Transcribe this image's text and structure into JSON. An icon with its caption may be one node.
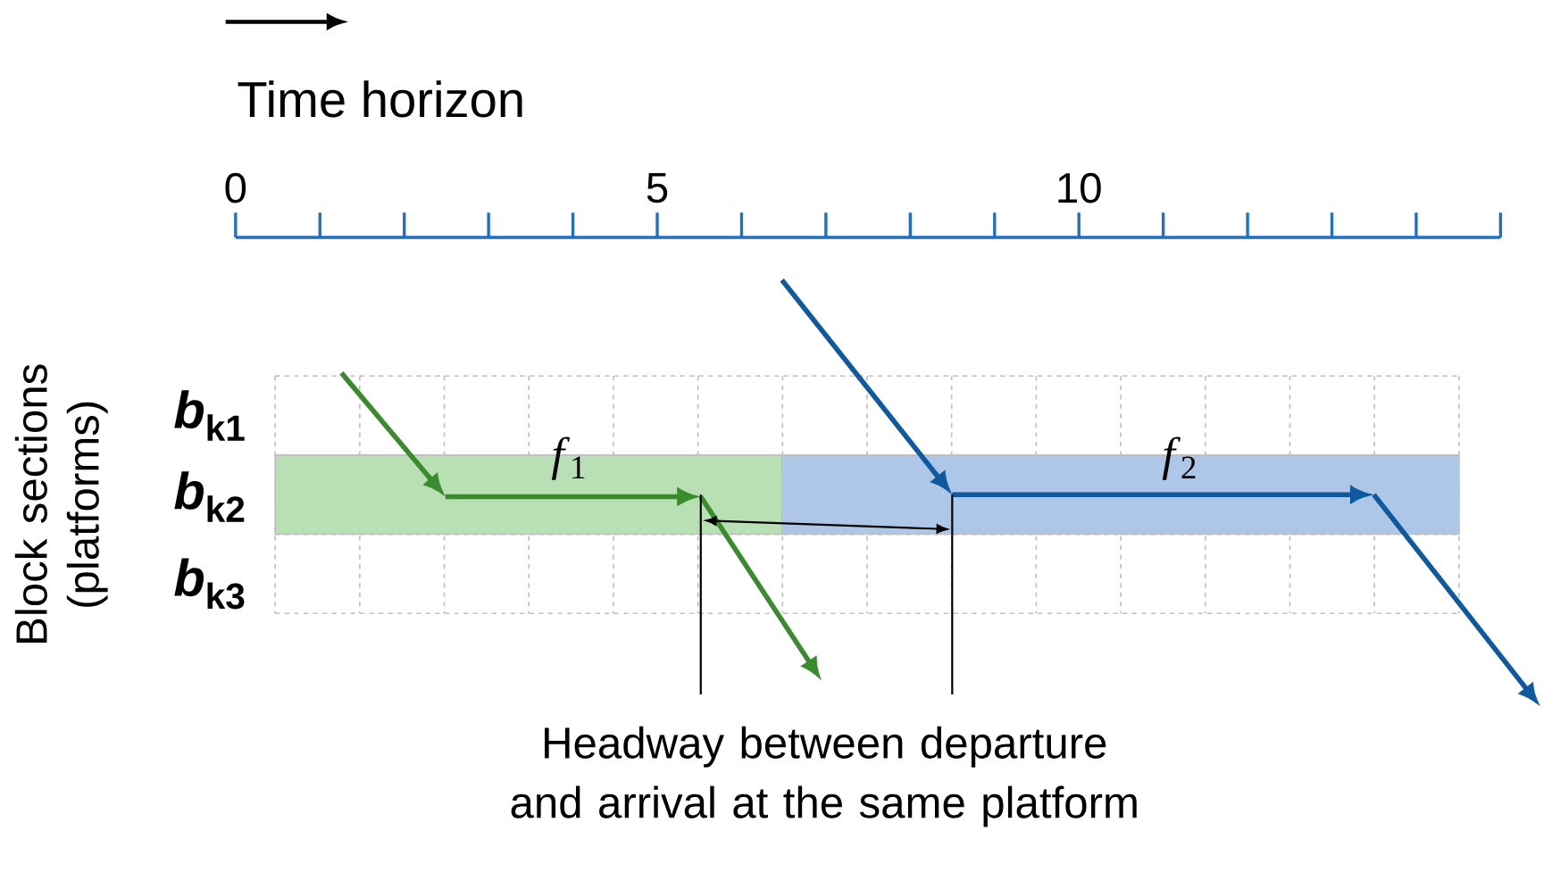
{
  "diagram": {
    "nodes": [
      {
        "text": [
          "*f*$_{1}$"
        ]
      },
      {
        "text": [
          "*f*$_{2}$"
        ]
      }
    ],
    "labels": [
      "Time horizon",
      "0",
      "5",
      "10",
      "Block sections (platforms)",
      "*b*$_{k1}$",
      "*b*$_{k2}$",
      "*b*$_{k3}$",
      "Headway between departure and arrival at the same platform"
    ]
  }
}
